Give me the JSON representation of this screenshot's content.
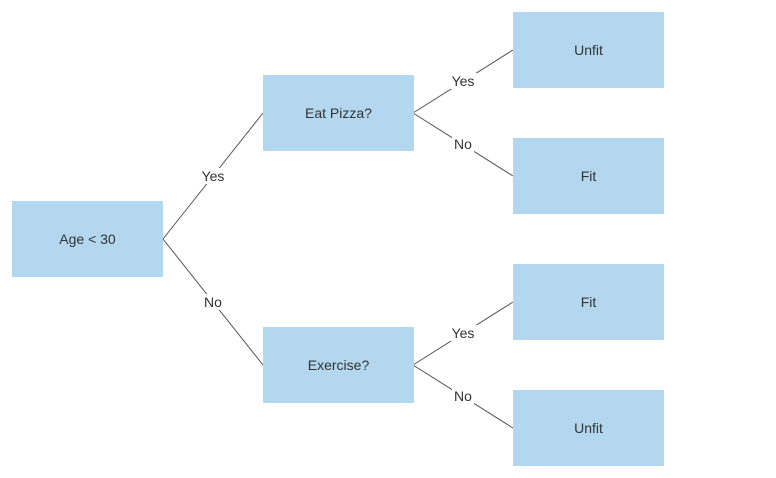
{
  "colors": {
    "node_fill": "#b3d7ef",
    "edge_stroke": "#555555",
    "text": "#333333",
    "background": "#ffffff"
  },
  "nodes": {
    "root": "Age < 30",
    "eat_pizza": "Eat Pizza?",
    "exercise": "Exercise?",
    "unfit_1": "Unfit",
    "fit_1": "Fit",
    "fit_2": "Fit",
    "unfit_2": "Unfit"
  },
  "edges": {
    "root_to_pizza": "Yes",
    "root_to_exercise": "No",
    "pizza_to_unfit": "Yes",
    "pizza_to_fit": "No",
    "exercise_to_fit": "Yes",
    "exercise_to_unfit": "No"
  }
}
